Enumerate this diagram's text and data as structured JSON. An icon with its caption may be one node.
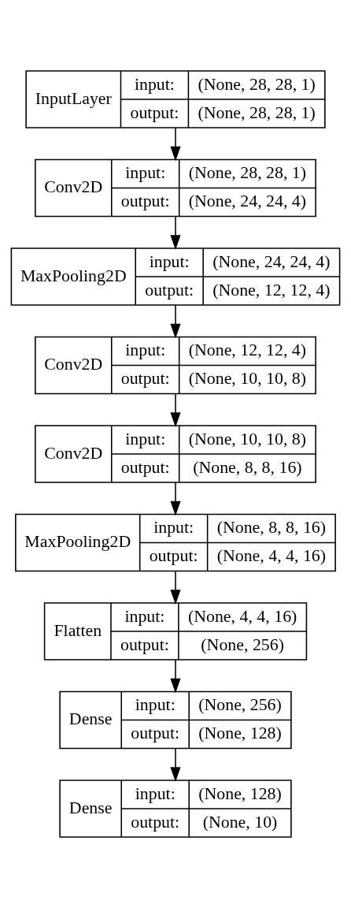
{
  "diagram": {
    "nodes": [
      {
        "text": [
          "InputLayer",
          "input:",
          "(None, 28, 28, 1)",
          "output:",
          "(None, 28, 28, 1)"
        ]
      },
      {
        "text": [
          "Conv2D",
          "input:",
          "(None, 28, 28, 1)",
          "output:",
          "(None, 24, 24, 4)"
        ]
      },
      {
        "text": [
          "MaxPooling2D",
          "input:",
          "(None, 24, 24, 4)",
          "output:",
          "(None, 12, 12, 4)"
        ]
      },
      {
        "text": [
          "Conv2D",
          "input:",
          "(None, 12, 12, 4)",
          "output:",
          "(None, 10, 10, 8)"
        ]
      },
      {
        "text": [
          "Conv2D",
          "input:",
          "(None, 10, 10, 8)",
          "output:",
          "(None, 8, 8, 16)"
        ]
      },
      {
        "text": [
          "MaxPooling2D",
          "input:",
          "(None, 8, 8, 16)",
          "output:",
          "(None, 4, 4, 16)"
        ]
      },
      {
        "text": [
          "Flatten",
          "input:",
          "(None, 4, 4, 16)",
          "output:",
          "(None, 256)"
        ]
      },
      {
        "text": [
          "Dense",
          "input:",
          "(None, 256)",
          "output:",
          "(None, 128)"
        ]
      },
      {
        "text": [
          "Dense",
          "input:",
          "(None, 128)",
          "output:",
          "(None, 10)"
        ]
      }
    ],
    "edges": [
      {
        "from": 0,
        "to": 1,
        "arrow": "to"
      },
      {
        "from": 1,
        "to": 2,
        "arrow": "to"
      },
      {
        "from": 2,
        "to": 3,
        "arrow": "to"
      },
      {
        "from": 3,
        "to": 4,
        "arrow": "to"
      },
      {
        "from": 4,
        "to": 5,
        "arrow": "to"
      },
      {
        "from": 5,
        "to": 6,
        "arrow": "to"
      },
      {
        "from": 6,
        "to": 7,
        "arrow": "to"
      },
      {
        "from": 7,
        "to": 8,
        "arrow": "to"
      }
    ]
  }
}
